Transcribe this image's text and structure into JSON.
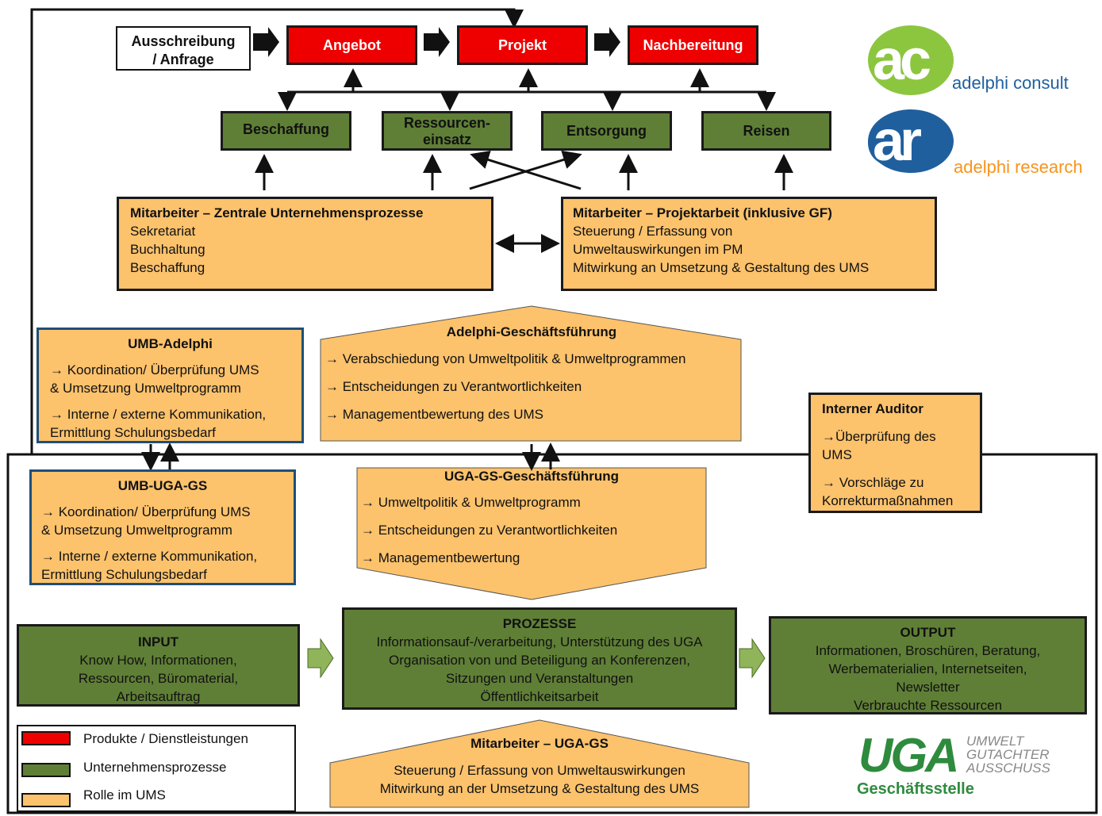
{
  "top_flow": {
    "request": [
      "Ausschreibung",
      "/ Anfrage"
    ],
    "offer": "Angebot",
    "project": "Projekt",
    "followup": "Nachbereitung"
  },
  "processes": {
    "procurement": "Beschaffung",
    "resources": [
      "Ressourcen-",
      "einsatz"
    ],
    "disposal": "Entsorgung",
    "travel": "Reisen"
  },
  "staff_central": {
    "title": "Mitarbeiter – Zentrale Unternehmensprozesse",
    "lines": [
      "Sekretariat",
      "Buchhaltung",
      "Beschaffung"
    ]
  },
  "staff_project": {
    "title": "Mitarbeiter – Projektarbeit (inklusive GF)",
    "lines": [
      "Steuerung / Erfassung von",
      "Umweltauswirkungen  im PM",
      "Mitwirkung  an Umsetzung & Gestaltung des UMS"
    ]
  },
  "umb_adelphi": {
    "title": "UMB-Adelphi",
    "lines": [
      "→ Koordination/ Überprüfung UMS",
      "& Umsetzung Umweltprogramm",
      "→ Interne / externe Kommunikation,",
      "Ermittlung Schulungsbedarf"
    ]
  },
  "adelphi_management": {
    "title": "Adelphi-Geschäftsführung",
    "lines": [
      "→ Verabschiedung von Umweltpolitik & Umweltprogrammen",
      "→ Entscheidungen zu  Verantwortlichkeiten",
      "→  Managementbewertung des UMS"
    ]
  },
  "internal_auditor": {
    "title": "Interner Auditor",
    "lines": [
      "→Überprüfung des",
      "UMS",
      "→ Vorschläge zu",
      "Korrekturmaßnahmen"
    ]
  },
  "umb_uga": {
    "title": "UMB-UGA-GS",
    "lines": [
      "→ Koordination/ Überprüfung UMS",
      "& Umsetzung Umweltprogramm",
      "→ Interne / externe Kommunikation,",
      "Ermittlung Schulungsbedarf"
    ]
  },
  "uga_management": {
    "title": "UGA-GS-Geschäftsführung",
    "lines": [
      "→ Umweltpolitik & Umweltprogramm",
      "→ Entscheidungen zu Verantwortlichkeiten",
      "→  Managementbewertung"
    ]
  },
  "input": {
    "title": "INPUT",
    "lines": [
      "Know How, Informationen,",
      "Ressourcen, Büromaterial,",
      "Arbeitsauftrag"
    ]
  },
  "processes_main": {
    "title": "PROZESSE",
    "lines": [
      "Informationsauf-/verarbeitung, Unterstützung des UGA",
      "Organisation von und Beteiligung an Konferenzen,",
      "Sitzungen und Veranstaltungen",
      "Öffentlichkeitsarbeit"
    ]
  },
  "output": {
    "title": "OUTPUT",
    "lines": [
      "Informationen,  Broschüren, Beratung,",
      "Werbematerialien, Internetseiten,",
      "Newsletter",
      "Verbrauchte Ressourcen"
    ]
  },
  "staff_uga": {
    "title": "Mitarbeiter  – UGA-GS",
    "lines": [
      "Steuerung / Erfassung von Umweltauswirkungen",
      "Mitwirkung  an der Umsetzung  & Gestaltung des UMS"
    ]
  },
  "legend": {
    "items": [
      {
        "label": "Produkte / Dienstleistungen",
        "color": "#ee0000"
      },
      {
        "label": "Unternehmensprozesse",
        "color": "#5f7f36"
      },
      {
        "label": "Rolle im UMS",
        "color": "#fcc26c"
      }
    ]
  },
  "logos": {
    "consult_mark": "ac",
    "consult_name": "adelphi consult",
    "research_mark": "ar",
    "research_name": "adelphi research",
    "uga_mark": "UGA",
    "uga_words": [
      "UMWELT",
      "GUTACHTER",
      "AUSSCHUSS"
    ],
    "uga_office": "Geschäftsstelle"
  },
  "colors": {
    "red": "#ee0000",
    "green": "#5f7f36",
    "orange": "#fcc26c",
    "logo_green": "#8cc63f",
    "logo_blue": "#1f5f9e",
    "logo_orange": "#f7941d",
    "uga_green": "#2e8b3e"
  }
}
